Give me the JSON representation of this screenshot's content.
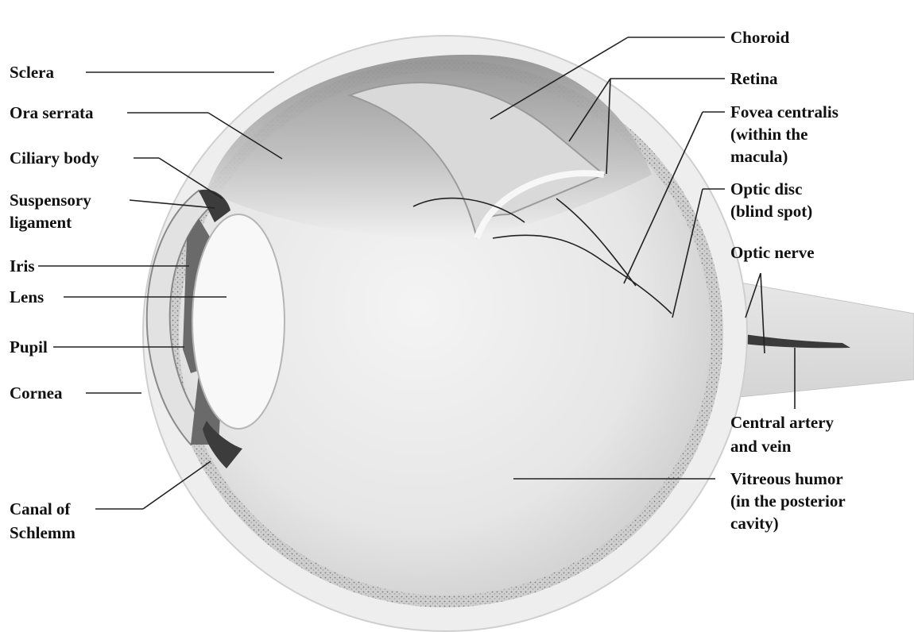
{
  "labels": {
    "sclera": "Sclera",
    "ora_serrata": "Ora serrata",
    "ciliary_body": "Ciliary body",
    "suspensory_1": "Suspensory",
    "suspensory_2": "ligament",
    "iris": "Iris",
    "lens": "Lens",
    "pupil": "Pupil",
    "cornea": "Cornea",
    "canal_1": "Canal of",
    "canal_2": "Schlemm",
    "choroid": "Choroid",
    "retina": "Retina",
    "fovea_1": "Fovea centralis",
    "fovea_2": "(within the",
    "fovea_3": "macula)",
    "optic_disc_1": "Optic disc",
    "optic_disc_2": "(blind spot)",
    "optic_nerve": "Optic nerve",
    "central_1": "Central artery",
    "central_2": "and vein",
    "vitreous_1": "Vitreous humor",
    "vitreous_2": "(in the posterior",
    "vitreous_3": "cavity)"
  }
}
